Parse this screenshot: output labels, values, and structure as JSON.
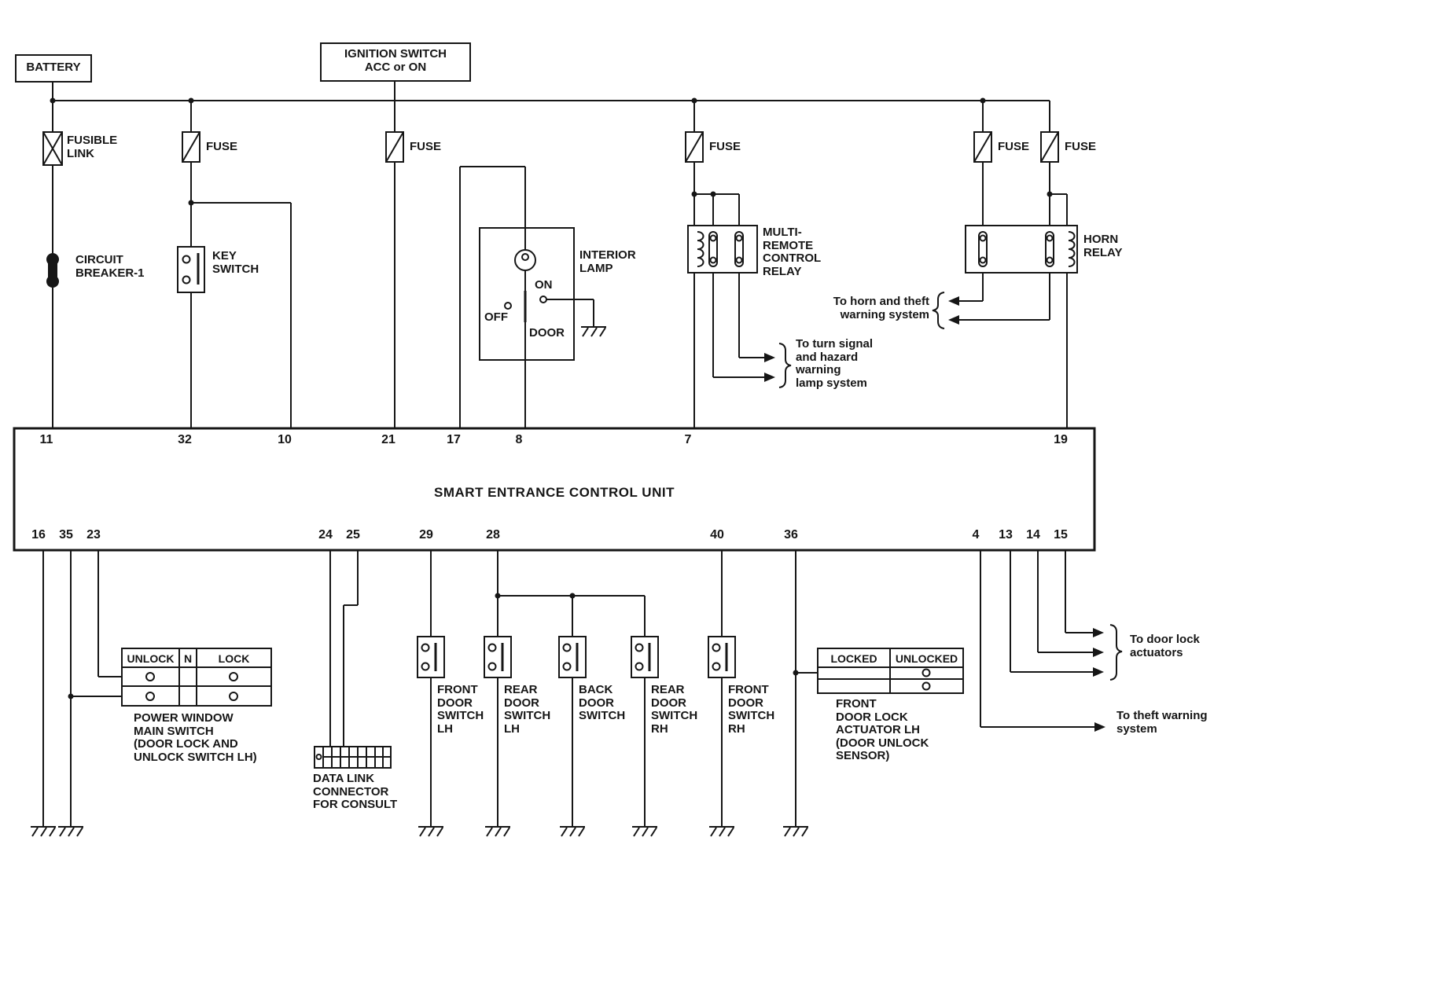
{
  "diagram": {
    "power": {
      "battery": "BATTERY",
      "ignition_switch": "IGNITION SWITCH\nACC or ON",
      "fusible_link": "FUSIBLE\nLINK",
      "fuse": "FUSE",
      "circuit_breaker": "CIRCUIT\nBREAKER-1",
      "key_switch": "KEY\nSWITCH"
    },
    "interior_lamp": {
      "label": "INTERIOR\nLAMP",
      "on": "ON",
      "off": "OFF",
      "door": "DOOR"
    },
    "relays": {
      "multi_remote": "MULTI-\nREMOTE\nCONTROL\nRELAY",
      "horn": "HORN\nRELAY"
    },
    "annotations": {
      "to_horn": "To horn and theft\nwarning system",
      "to_turn_signal": "To turn signal\nand hazard\nwarning\nlamp system",
      "to_door_lock": "To door lock\nactuators",
      "to_theft": "To theft warning\nsystem"
    },
    "control_unit": {
      "label": "SMART ENTRANCE CONTROL UNIT",
      "top_pins": [
        "11",
        "32",
        "10",
        "21",
        "17",
        "8",
        "7",
        "19"
      ],
      "bottom_pins": [
        "16",
        "35",
        "23",
        "24",
        "25",
        "29",
        "28",
        "40",
        "36",
        "4",
        "13",
        "14",
        "15"
      ]
    },
    "power_window_switch": {
      "columns": [
        "UNLOCK",
        "N",
        "LOCK"
      ],
      "label": "POWER WINDOW\nMAIN SWITCH\n(DOOR LOCK AND\nUNLOCK SWITCH LH)"
    },
    "data_link": {
      "label": "DATA LINK\nCONNECTOR\nFOR CONSULT"
    },
    "door_switches": [
      "FRONT\nDOOR\nSWITCH\nLH",
      "REAR\nDOOR\nSWITCH\nLH",
      "BACK\nDOOR\nSWITCH",
      "REAR\nDOOR\nSWITCH\nRH",
      "FRONT\nDOOR\nSWITCH\nRH"
    ],
    "door_lock_actuator": {
      "columns": [
        "LOCKED",
        "UNLOCKED"
      ],
      "label": "FRONT\nDOOR LOCK\nACTUATOR LH\n(DOOR UNLOCK\nSENSOR)"
    },
    "colors": {
      "line": "#161616",
      "background": "#ffffff"
    }
  }
}
